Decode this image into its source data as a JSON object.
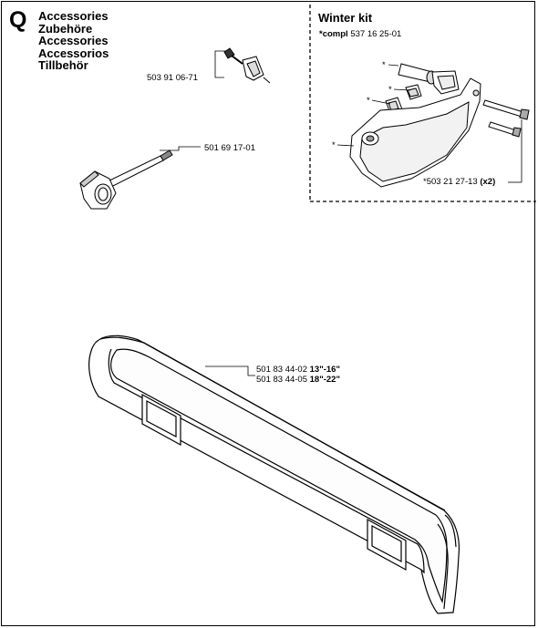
{
  "section": {
    "letter": "Q",
    "titles": [
      "Accessories",
      "Zubehöre",
      "Accessories",
      "Accessorios",
      "Tillbehör"
    ]
  },
  "winter_kit": {
    "title": "Winter kit",
    "compl_label": "*compl",
    "compl_number": "537 16 25-01",
    "screw_part": "*503 21 27-13",
    "screw_qty": "(x2)"
  },
  "parts": {
    "clip": "503 91 06-71",
    "wrench": "501 69 17-01",
    "guard_1_number": "501 83 44-02",
    "guard_1_size": "13\"-16\"",
    "guard_2_number": "501 83 44-05",
    "guard_2_size": "18\"-22\""
  },
  "markers": {
    "asterisk": "*"
  }
}
